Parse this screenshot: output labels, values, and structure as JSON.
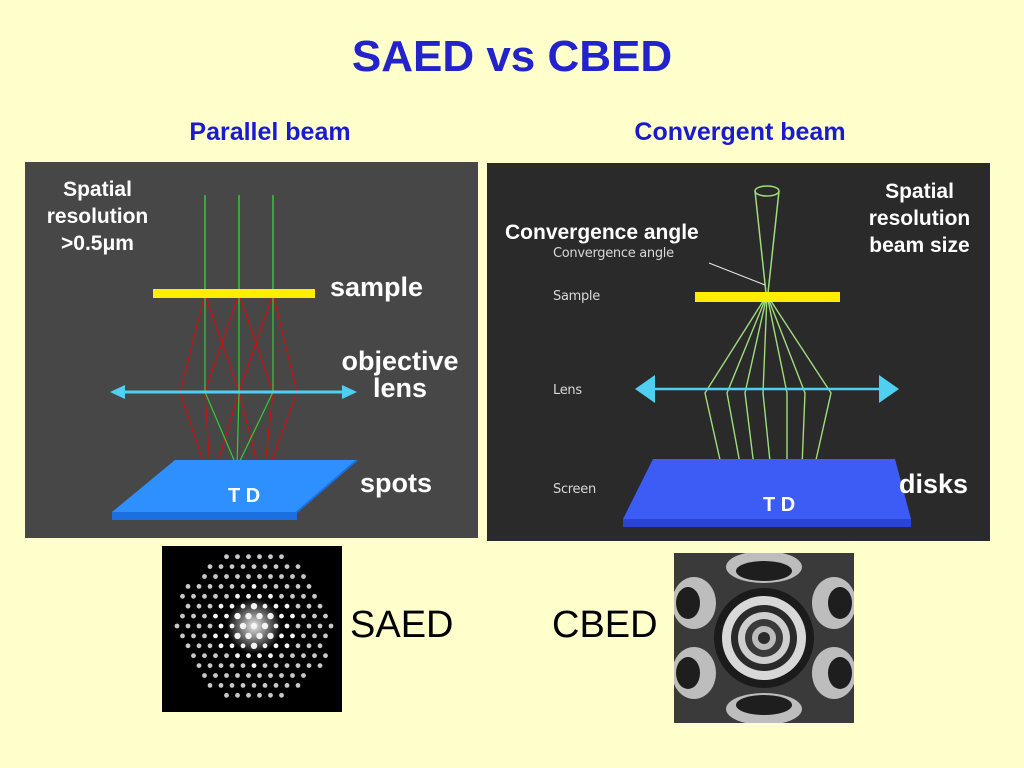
{
  "title": "SAED vs CBED",
  "left": {
    "heading": "Parallel beam",
    "resolution": [
      "Spatial",
      "resolution",
      ">0.5μm"
    ],
    "sample": "sample",
    "lens": [
      "objective",
      "lens"
    ],
    "spots": "spots",
    "td": "T D"
  },
  "right": {
    "heading": "Convergent beam",
    "convergence": "Convergence angle",
    "resolution": [
      "Spatial",
      "resolution",
      "beam size"
    ],
    "small_labels": {
      "convergence": "Convergence angle",
      "sample": "Sample",
      "lens": "Lens",
      "screen": "Screen"
    },
    "disks": "disks",
    "td": "T D"
  },
  "patterns": {
    "saed": "SAED",
    "cbed": "CBED"
  },
  "colors": {
    "background": "#ffffcc",
    "title": "#2323cc",
    "sample": "#ffee00",
    "lens": "#4fd0f0",
    "screen": "#2e8fff",
    "transmitted_beam": "#33cc33",
    "diffracted_beam": "#cc1111"
  }
}
